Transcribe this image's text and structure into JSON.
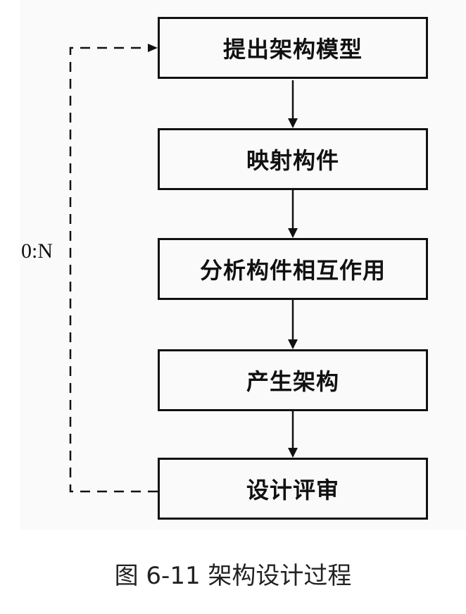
{
  "steps": [
    {
      "label": "提出架构模型"
    },
    {
      "label": "映射构件"
    },
    {
      "label": "分析构件相互作用"
    },
    {
      "label": "产生架构"
    },
    {
      "label": "设计评审"
    }
  ],
  "loop_label": "0:N",
  "caption": "图 6-11  架构设计过程",
  "colors": {
    "line": "#111111",
    "background": "#fafafa",
    "caption": "#222222"
  }
}
